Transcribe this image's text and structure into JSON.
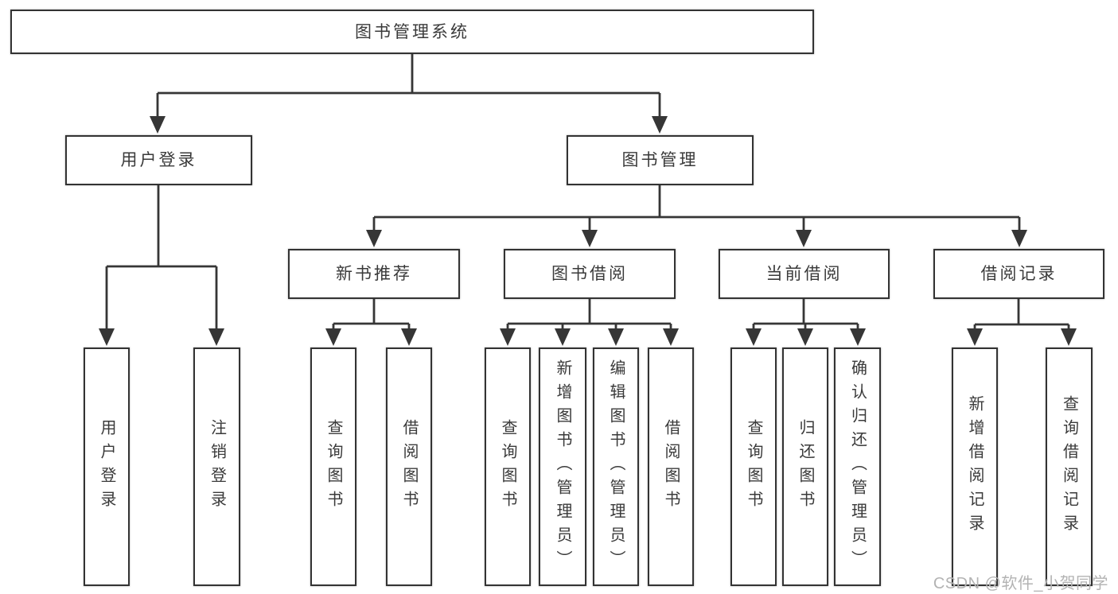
{
  "nodes": {
    "root": "图书管理系统",
    "user_login": "用户登录",
    "book_mgmt": "图书管理",
    "new_book_rec": "新书推荐",
    "book_borrow": "图书借阅",
    "current_borrow": "当前借阅",
    "borrow_records": "借阅记录",
    "leaf_user_login": "用户登录",
    "leaf_logout": "注销登录",
    "leaf_query_book_1": "查询图书",
    "leaf_borrow_book_1": "借阅图书",
    "leaf_query_book_2": "查询图书",
    "leaf_add_book": "新增图书（管理员）",
    "leaf_edit_book": "编辑图书（管理员）",
    "leaf_borrow_book_2": "借阅图书",
    "leaf_query_book_3": "查询图书",
    "leaf_return_book": "归还图书",
    "leaf_confirm_return": "确认归还（管理员）",
    "leaf_add_borrow_record": "新增借阅记录",
    "leaf_query_borrow_record": "查询借阅记录"
  },
  "hierarchy": {
    "图书管理系统": {
      "用户登录": [
        "用户登录",
        "注销登录"
      ],
      "图书管理": {
        "新书推荐": [
          "查询图书",
          "借阅图书"
        ],
        "图书借阅": [
          "查询图书",
          "新增图书（管理员）",
          "编辑图书（管理员）",
          "借阅图书"
        ],
        "当前借阅": [
          "查询图书",
          "归还图书",
          "确认归还（管理员）"
        ],
        "借阅记录": [
          "新增借阅记录",
          "查询借阅记录"
        ]
      }
    }
  },
  "watermark": "CSDN @软件_小贺同学",
  "colors": {
    "line": "#363636",
    "box_border": "#333333",
    "text": "#3a3a3a",
    "watermark": "#b3b3b3",
    "background": "#ffffff"
  }
}
